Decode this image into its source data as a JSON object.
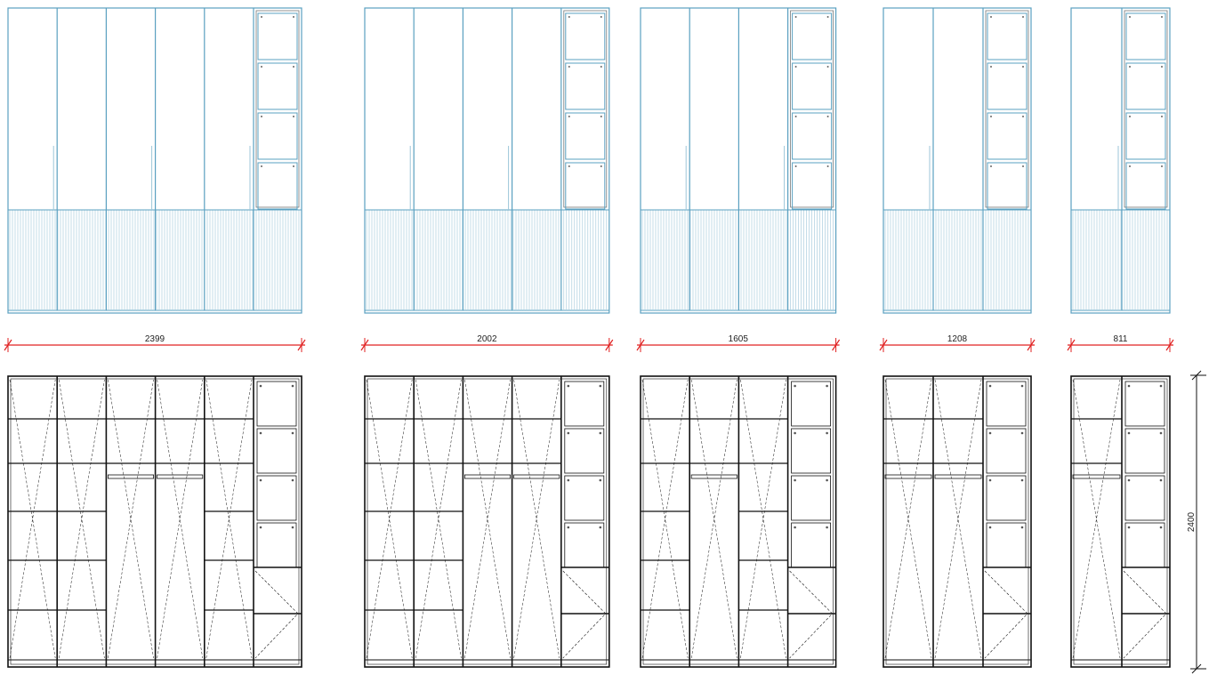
{
  "drawing": {
    "colors": {
      "front": "#5aa0c0",
      "front_light": "#9cc6d8",
      "carcass": "#111111",
      "dimension": "#e02020",
      "dimension_text": "#222222"
    },
    "wardrobes": [
      {
        "id": "w2399",
        "width_label": "2399",
        "door_sections": 5,
        "interior": [
          "x",
          "x",
          "hang",
          "hang",
          "x"
        ]
      },
      {
        "id": "w2002",
        "width_label": "2002",
        "door_sections": 4,
        "interior": [
          "x",
          "x",
          "hang",
          "hang"
        ]
      },
      {
        "id": "w1605",
        "width_label": "1605",
        "door_sections": 3,
        "interior": [
          "x",
          "hang",
          "x"
        ]
      },
      {
        "id": "w1208",
        "width_label": "1208",
        "door_sections": 2,
        "interior": [
          "hang",
          "hang"
        ]
      },
      {
        "id": "w811",
        "width_label": "811",
        "door_sections": 1,
        "interior": [
          "hang"
        ]
      }
    ],
    "height_label": "2400"
  }
}
